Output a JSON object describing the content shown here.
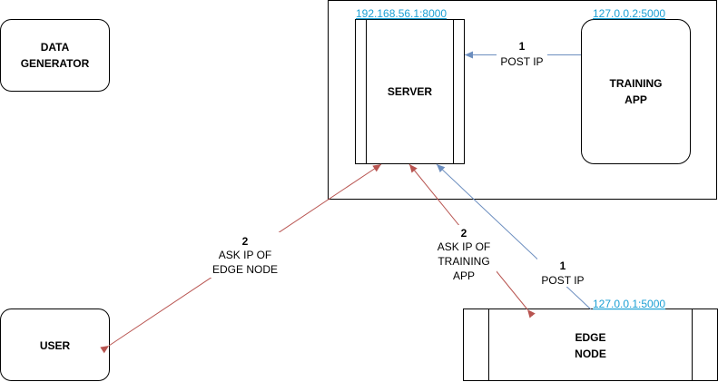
{
  "nodes": {
    "data_generator": {
      "line1": "DATA",
      "line2": "GENERATOR"
    },
    "server": {
      "label": "SERVER",
      "address": "192.168.56.1:8000"
    },
    "training_app": {
      "line1": "TRAINING",
      "line2": "APP",
      "address": "127.0.0.2:5000"
    },
    "user": {
      "label": "USER"
    },
    "edge_node": {
      "line1": "EDGE",
      "line2": "NODE",
      "address": "127.0.0.1:5000"
    }
  },
  "edges": {
    "training_post": {
      "number": "1",
      "text": "POST IP"
    },
    "user_ask": {
      "number": "2",
      "line1": "ASK IP OF",
      "line2": "EDGE NODE"
    },
    "edge_ask": {
      "number": "2",
      "line1": "ASK IP OF",
      "line2": "TRAINING",
      "line3": "APP"
    },
    "edge_post": {
      "number": "1",
      "text": "POST IP"
    }
  },
  "colors": {
    "post_edge": "#6c8ebf",
    "ask_edge": "#b85450",
    "address_link": "#1a9fd4",
    "stroke": "#000000"
  }
}
